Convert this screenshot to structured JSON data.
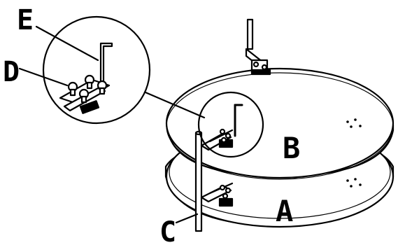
{
  "labels": {
    "a": "A",
    "b": "B",
    "c": "C",
    "d": "D",
    "e": "E"
  },
  "colors": {
    "line": "#000000",
    "fill": "#ffffff"
  }
}
